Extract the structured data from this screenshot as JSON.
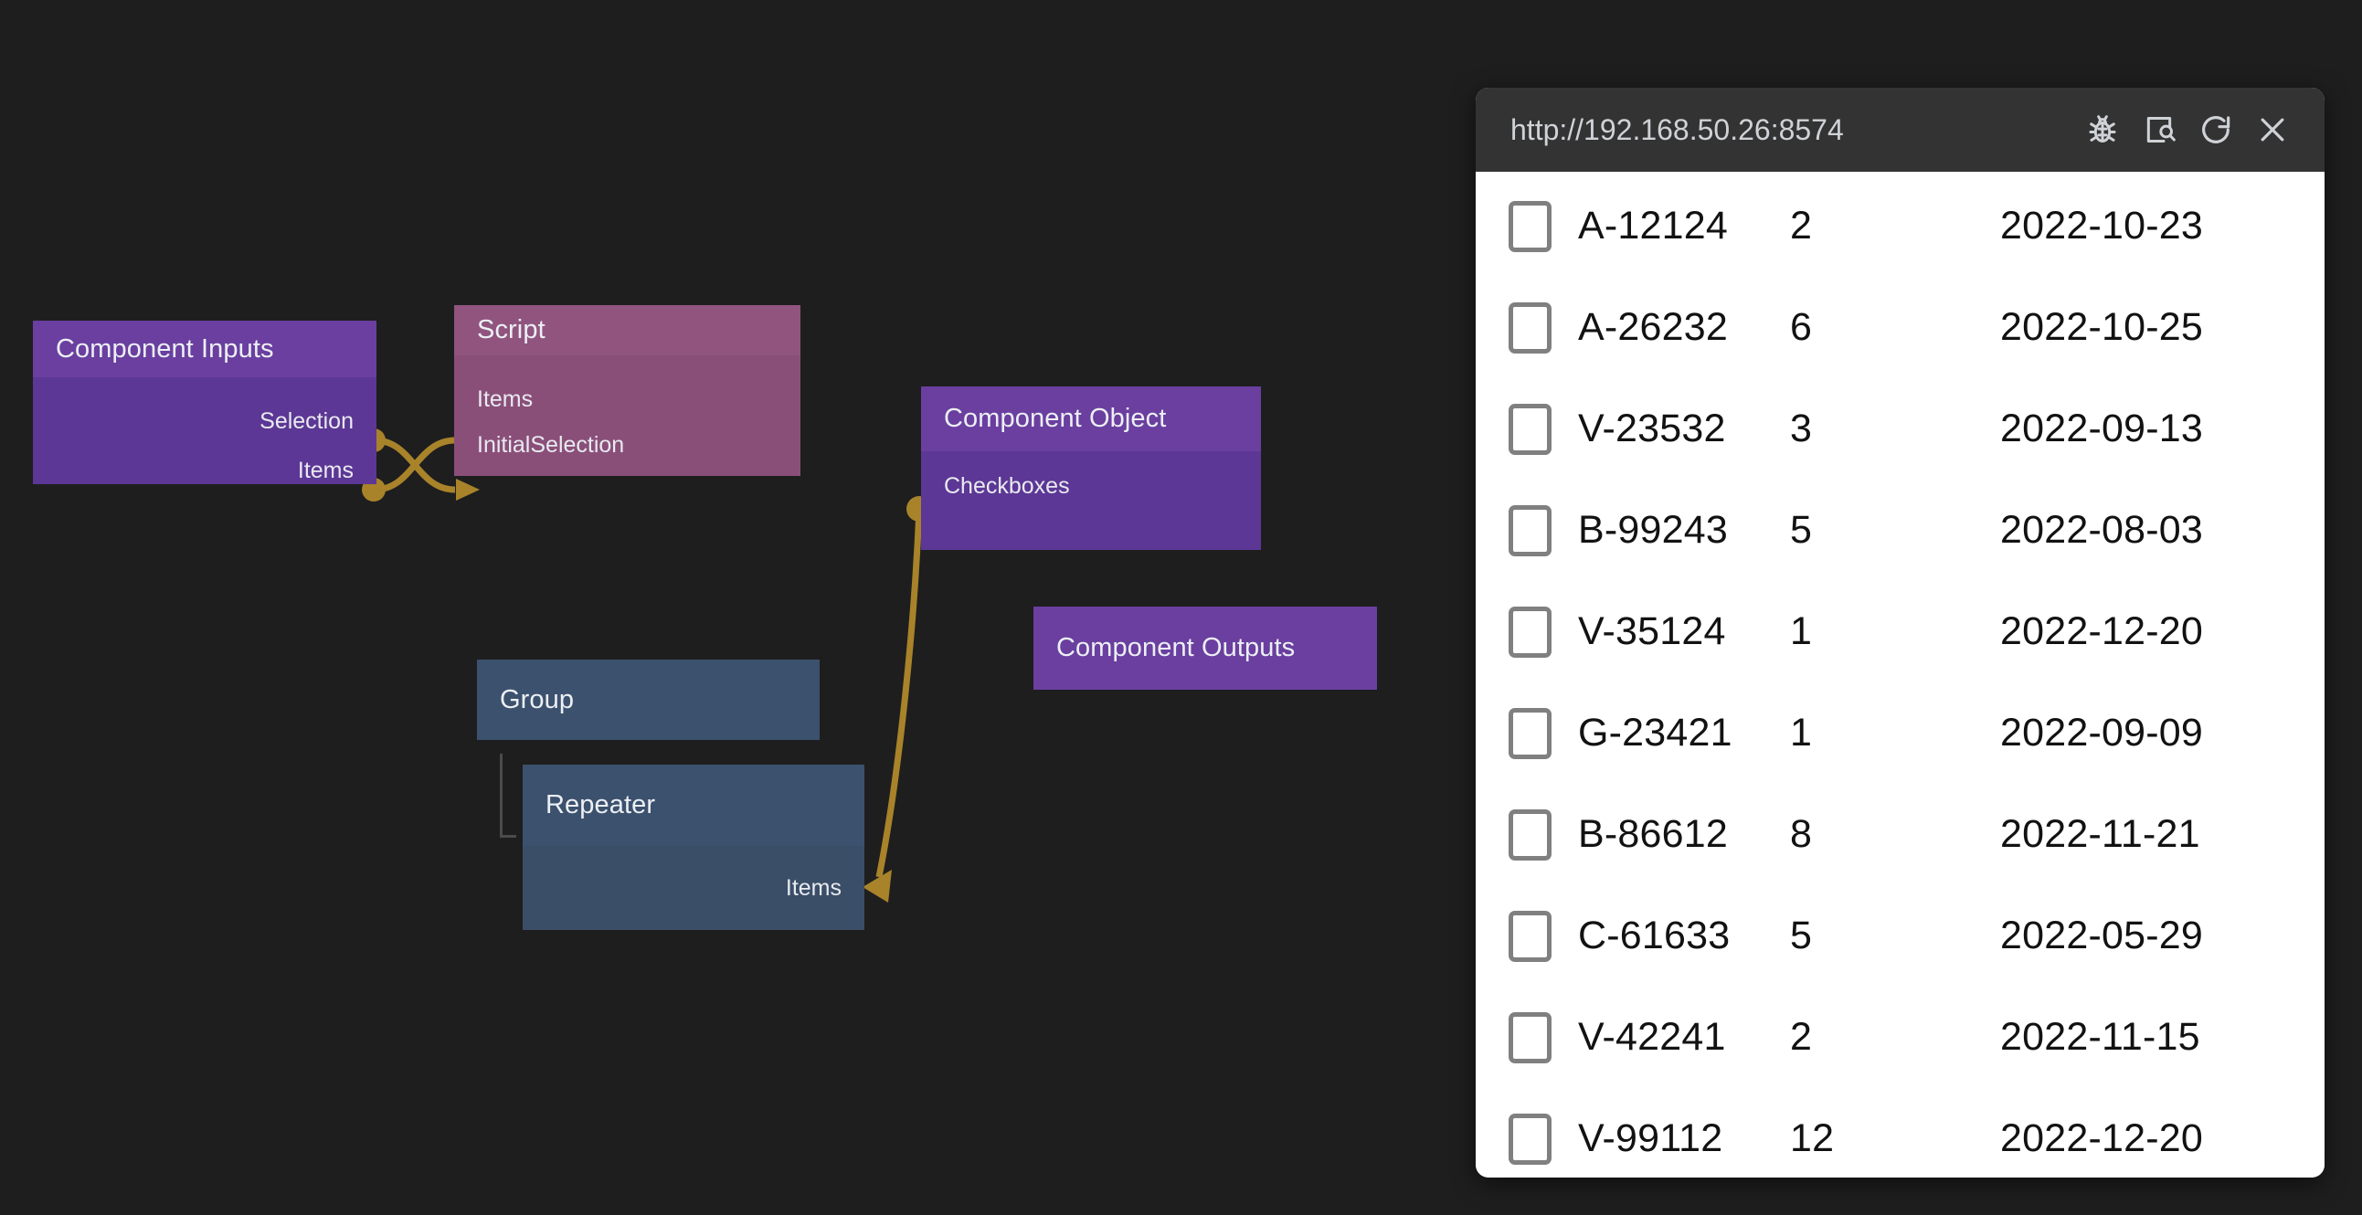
{
  "editor": {
    "nodes": [
      {
        "id": "component-inputs",
        "title": "Component Inputs",
        "ports": [
          {
            "name": "Selection",
            "side": "out"
          },
          {
            "name": "Items",
            "side": "out"
          }
        ]
      },
      {
        "id": "script",
        "title": "Script",
        "ports": [
          {
            "name": "Items",
            "side": "in"
          },
          {
            "name": "InitialSelection",
            "side": "in"
          }
        ]
      },
      {
        "id": "component-object",
        "title": "Component Object",
        "ports": [
          {
            "name": "Checkboxes",
            "side": "in"
          }
        ]
      },
      {
        "id": "component-outputs",
        "title": "Component Outputs",
        "ports": []
      },
      {
        "id": "group",
        "title": "Group",
        "ports": []
      },
      {
        "id": "repeater",
        "title": "Repeater",
        "ports": [
          {
            "name": "Items",
            "side": "out"
          }
        ]
      }
    ],
    "wire_color": "#a8832a",
    "background_color": "#1e1e1e"
  },
  "browser": {
    "url": "http://192.168.50.26:8574",
    "icons": [
      {
        "name": "bug-icon",
        "label": "Debug"
      },
      {
        "name": "page-search-icon",
        "label": "Inspect"
      },
      {
        "name": "reload-icon",
        "label": "Reload"
      },
      {
        "name": "close-icon",
        "label": "Close"
      }
    ],
    "table": {
      "columns": [
        "checkbox",
        "id",
        "quantity",
        "date"
      ],
      "rows": [
        {
          "checked": false,
          "id": "A-12124",
          "qty": "2",
          "date": "2022-10-23"
        },
        {
          "checked": false,
          "id": "A-26232",
          "qty": "6",
          "date": "2022-10-25"
        },
        {
          "checked": false,
          "id": "V-23532",
          "qty": "3",
          "date": "2022-09-13"
        },
        {
          "checked": false,
          "id": "B-99243",
          "qty": "5",
          "date": "2022-08-03"
        },
        {
          "checked": false,
          "id": "V-35124",
          "qty": "1",
          "date": "2022-12-20"
        },
        {
          "checked": false,
          "id": "G-23421",
          "qty": "1",
          "date": "2022-09-09"
        },
        {
          "checked": false,
          "id": "B-86612",
          "qty": "8",
          "date": "2022-11-21"
        },
        {
          "checked": false,
          "id": "C-61633",
          "qty": "5",
          "date": "2022-05-29"
        },
        {
          "checked": false,
          "id": "V-42241",
          "qty": "2",
          "date": "2022-11-15"
        },
        {
          "checked": false,
          "id": "V-99112",
          "qty": "12",
          "date": "2022-12-20"
        }
      ]
    }
  }
}
